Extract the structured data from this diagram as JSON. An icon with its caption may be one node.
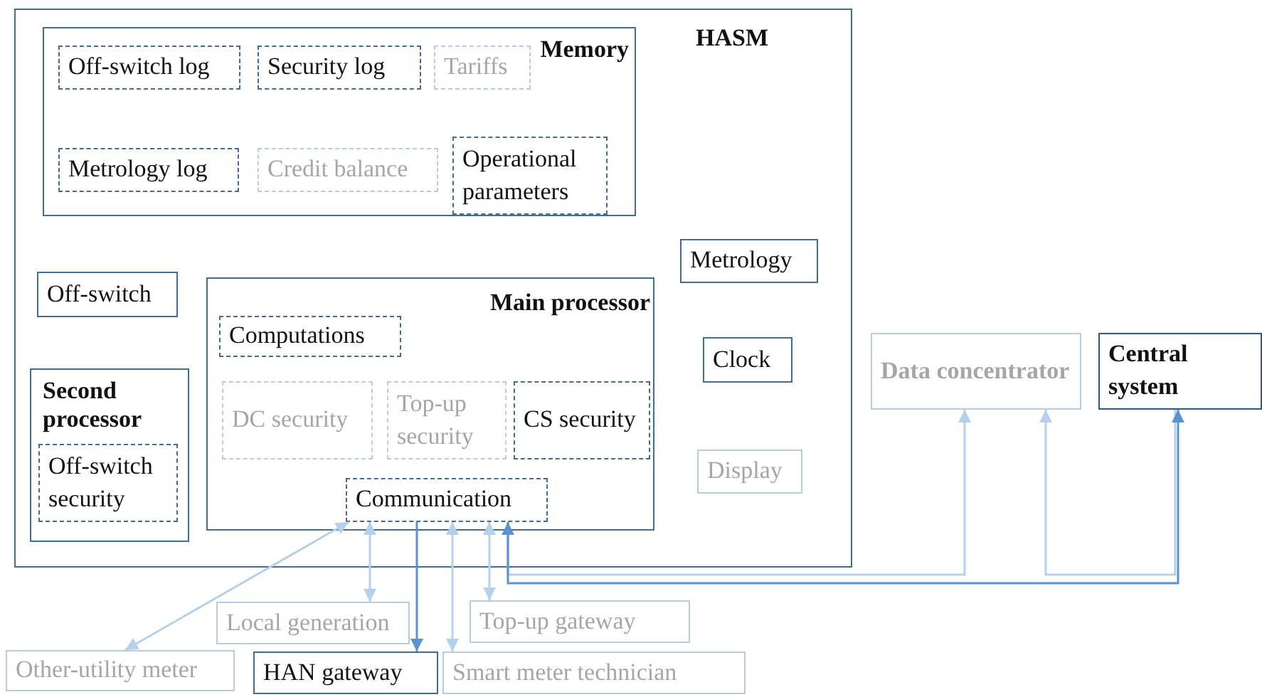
{
  "diagram": {
    "nodes": [
      {
        "text": [
          "HASM"
        ]
      },
      {
        "text": [
          "Memory"
        ],
        "in": 0
      },
      {
        "text": [
          "Off-switch log"
        ],
        "in": 1
      },
      {
        "text": [
          "Security log"
        ],
        "in": 1
      },
      {
        "text": [
          "Tariffs"
        ],
        "in": 1
      },
      {
        "text": [
          "Metrology log"
        ],
        "in": 1
      },
      {
        "text": [
          "Credit balance"
        ],
        "in": 1
      },
      {
        "text": [
          "Operational parameters"
        ],
        "in": 1
      },
      {
        "text": [
          "Metrology"
        ],
        "in": 0
      },
      {
        "text": [
          "Off-switch"
        ],
        "in": 0
      },
      {
        "text": [
          "Main processor"
        ],
        "in": 0
      },
      {
        "text": [
          "Computations"
        ],
        "in": 10
      },
      {
        "text": [
          "DC security"
        ],
        "in": 10
      },
      {
        "text": [
          "Top-up security"
        ],
        "in": 10
      },
      {
        "text": [
          "CS security"
        ],
        "in": 10
      },
      {
        "text": [
          "Communication"
        ],
        "in": 10
      },
      {
        "text": [
          "Clock"
        ],
        "in": 0
      },
      {
        "text": [
          "Second processor"
        ],
        "in": 0
      },
      {
        "text": [
          "Off-switch security"
        ],
        "in": 17
      },
      {
        "text": [
          "Display"
        ],
        "in": 0
      },
      {
        "text": [
          "Data concentrator"
        ]
      },
      {
        "text": [
          "Central system"
        ]
      },
      {
        "text": [
          "Local generation"
        ]
      },
      {
        "text": [
          "Top-up gateway"
        ]
      },
      {
        "text": [
          "Other-utility meter"
        ]
      },
      {
        "text": [
          "HAN gateway"
        ]
      },
      {
        "text": [
          "Smart meter technician"
        ]
      }
    ],
    "edges": [
      {
        "from": 15,
        "to": 24,
        "arrow": "both"
      },
      {
        "from": 15,
        "to": 22,
        "arrow": "both"
      },
      {
        "from": 15,
        "to": 25,
        "arrow": "to",
        "color": "#5b93cf"
      },
      {
        "from": 15,
        "to": 26,
        "arrow": "both"
      },
      {
        "from": 15,
        "to": 23,
        "arrow": "both"
      },
      {
        "from": 15,
        "to": 20,
        "arrow": "to"
      },
      {
        "from": 15,
        "to": 21,
        "arrow": "both",
        "color": "#5b93cf"
      },
      {
        "from": 21,
        "to": 20,
        "arrow": "to"
      }
    ]
  }
}
